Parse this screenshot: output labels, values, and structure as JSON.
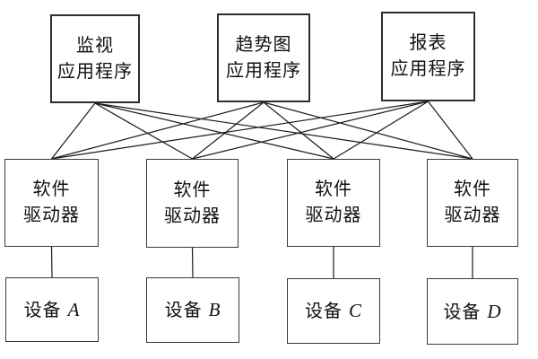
{
  "diagram": {
    "background_color": "#ffffff",
    "box_border_color": "#2e2e2e",
    "edge_line_color": "#1a1a1a",
    "nodes": {
      "apps": [
        {
          "id": "monitor-app",
          "line1": "监视",
          "line2": "应用程序"
        },
        {
          "id": "trend-app",
          "line1": "趋势图",
          "line2": "应用程序"
        },
        {
          "id": "report-app",
          "line1": "报表",
          "line2": "应用程序"
        }
      ],
      "drivers": [
        {
          "id": "driver-1",
          "line1": "软件",
          "line2": "驱动器"
        },
        {
          "id": "driver-2",
          "line1": "软件",
          "line2": "驱动器"
        },
        {
          "id": "driver-3",
          "line1": "软件",
          "line2": "驱动器"
        },
        {
          "id": "driver-4",
          "line1": "软件",
          "line2": "驱动器"
        }
      ],
      "devices": [
        {
          "id": "device-a",
          "prefix": "设备",
          "letter": "A"
        },
        {
          "id": "device-b",
          "prefix": "设备",
          "letter": "B"
        },
        {
          "id": "device-c",
          "prefix": "设备",
          "letter": "C"
        },
        {
          "id": "device-d",
          "prefix": "设备",
          "letter": "D"
        }
      ]
    },
    "edges": [
      {
        "from": "monitor-app",
        "to": "driver-1"
      },
      {
        "from": "monitor-app",
        "to": "driver-2"
      },
      {
        "from": "monitor-app",
        "to": "driver-3"
      },
      {
        "from": "monitor-app",
        "to": "driver-4"
      },
      {
        "from": "trend-app",
        "to": "driver-1"
      },
      {
        "from": "trend-app",
        "to": "driver-2"
      },
      {
        "from": "trend-app",
        "to": "driver-3"
      },
      {
        "from": "trend-app",
        "to": "driver-4"
      },
      {
        "from": "report-app",
        "to": "driver-1"
      },
      {
        "from": "report-app",
        "to": "driver-2"
      },
      {
        "from": "report-app",
        "to": "driver-3"
      },
      {
        "from": "report-app",
        "to": "driver-4"
      },
      {
        "from": "driver-1",
        "to": "device-a"
      },
      {
        "from": "driver-2",
        "to": "device-b"
      },
      {
        "from": "driver-3",
        "to": "device-c"
      },
      {
        "from": "driver-4",
        "to": "device-d"
      }
    ]
  }
}
